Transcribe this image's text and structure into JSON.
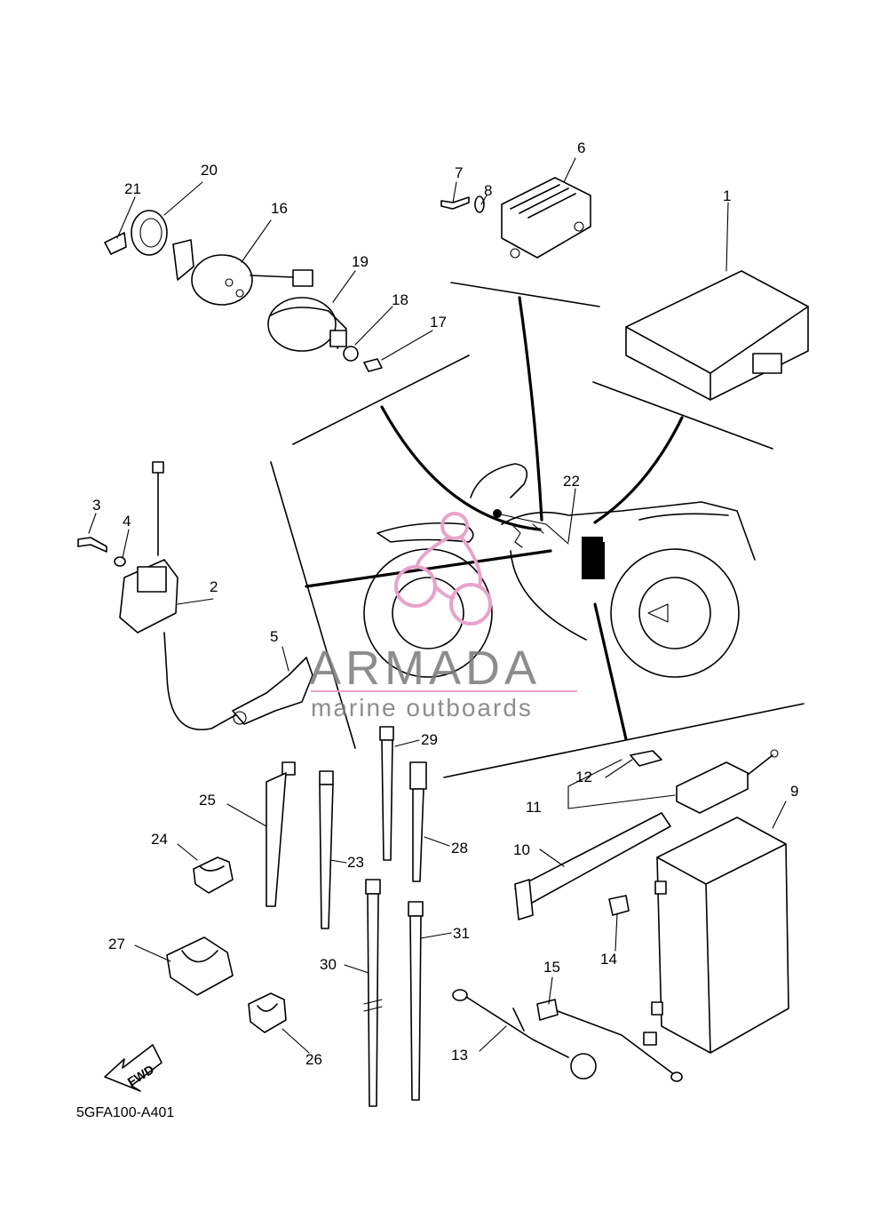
{
  "diagram": {
    "catalog_code": "5GFA100-A401",
    "direction_label": "FWD",
    "watermark": {
      "brand": "ARMADA",
      "tagline": "marine outboards",
      "accent_color": "#e9a3c9",
      "text_color": "#7a7a7a"
    },
    "callouts": [
      "1",
      "2",
      "3",
      "4",
      "5",
      "6",
      "7",
      "8",
      "9",
      "10",
      "11",
      "12",
      "13",
      "14",
      "15",
      "16",
      "17",
      "18",
      "19",
      "20",
      "21",
      "22",
      "23",
      "24",
      "25",
      "26",
      "27",
      "28",
      "29",
      "30",
      "31"
    ]
  }
}
